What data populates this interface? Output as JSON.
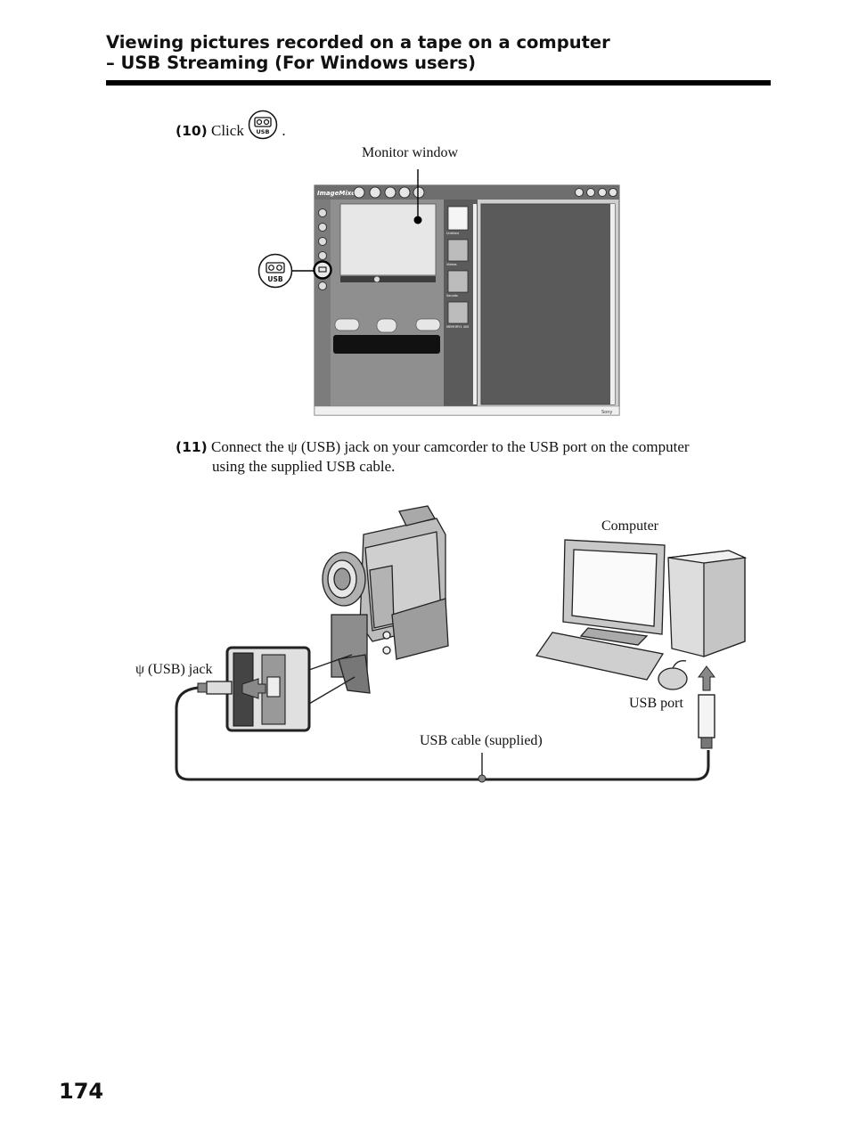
{
  "header": {
    "title_line1": "Viewing pictures recorded on a tape on a computer",
    "title_line2": "– USB Streaming (For Windows users)"
  },
  "step10": {
    "number": "(10)",
    "text_before": "Click",
    "text_after": ".",
    "icon": "usb-streaming-icon",
    "icon_label": "USB"
  },
  "screenshot": {
    "callout_label": "Monitor window",
    "app_logo": "ImageMixer",
    "album_items": [
      "Untitled",
      "Videos",
      "Sounds",
      "MEMORY1 400"
    ],
    "footer_brand": "Sony"
  },
  "step11": {
    "number": "(11)",
    "line1": "Connect the ψ (USB) jack on your camcorder to the USB port on the computer",
    "line2": "using the supplied USB cable."
  },
  "illustration": {
    "label_computer": "Computer",
    "label_usb_jack": "ψ (USB) jack",
    "label_usb_port": "USB port",
    "label_usb_cable": "USB cable (supplied)"
  },
  "page": {
    "number": "174"
  }
}
